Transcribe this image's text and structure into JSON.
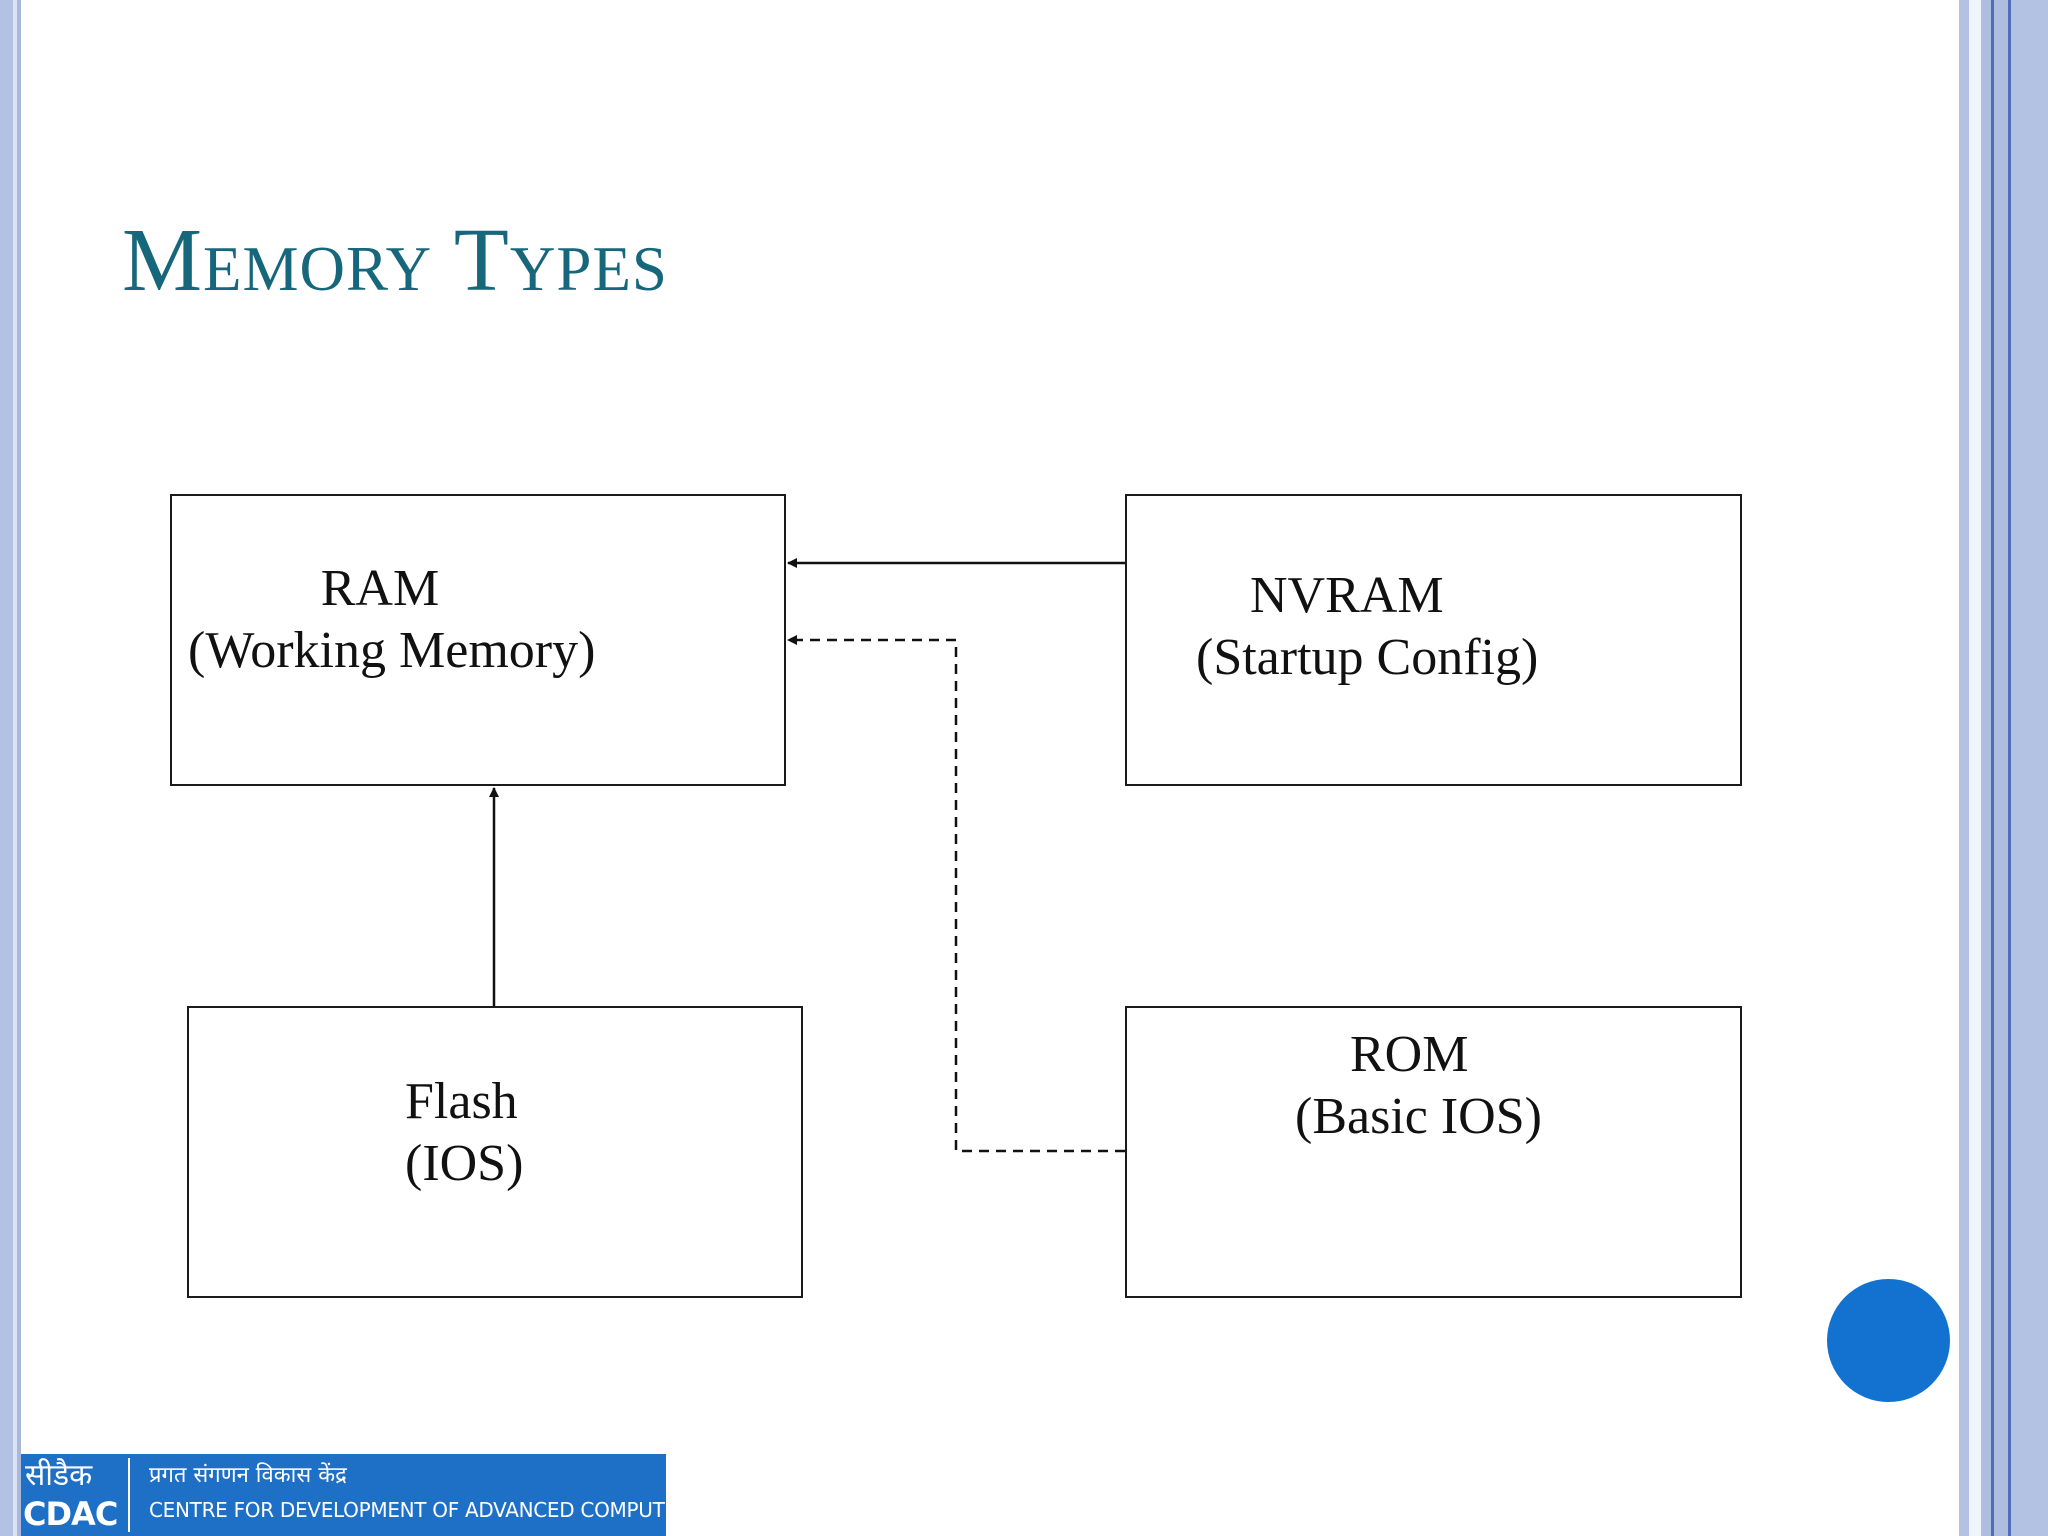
{
  "slide": {
    "title": "Memory Types"
  },
  "diagram": {
    "boxes": {
      "ram": {
        "line1": "RAM",
        "line2": "(Working Memory)"
      },
      "nvram": {
        "line1": "NVRAM",
        "line2": "(Startup Config)"
      },
      "flash": {
        "line1": "Flash",
        "line2": "(IOS)"
      },
      "rom": {
        "line1": "ROM",
        "line2": "(Basic IOS)"
      }
    },
    "connections": [
      {
        "from": "nvram",
        "to": "ram",
        "style": "solid"
      },
      {
        "from": "rom",
        "to": "ram",
        "style": "dashed"
      },
      {
        "from": "flash",
        "to": "ram",
        "style": "solid"
      }
    ]
  },
  "footer": {
    "logo_hindi_short": "सीडैक",
    "logo_short": "CDAC",
    "logo_hindi_name": "प्रगत संगणन विकास केंद्र",
    "logo_english_name": "CENTRE FOR DEVELOPMENT OF ADVANCED COMPUTING"
  },
  "colors": {
    "title": "#17677c",
    "border_stripe": "#b3c2e3",
    "accent_circle": "#1372cf",
    "logo_background": "#1e6fc6"
  }
}
